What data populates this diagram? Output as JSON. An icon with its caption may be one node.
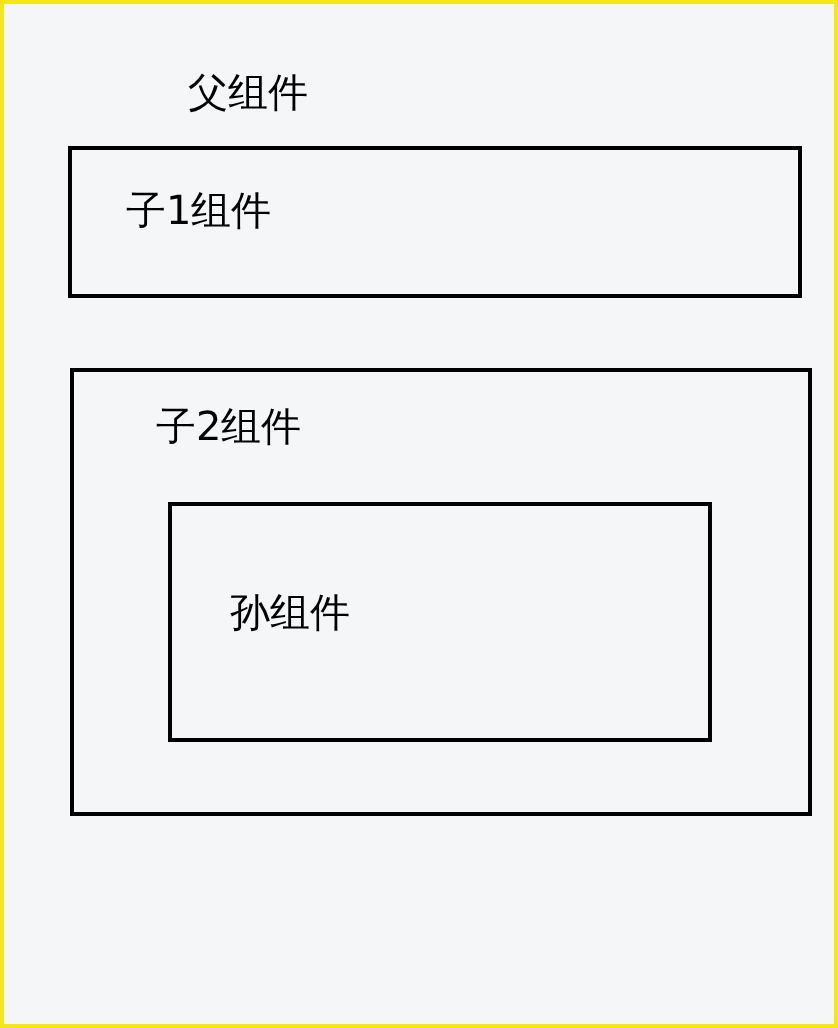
{
  "diagram": {
    "nodes": [
      {
        "text": [
          "父组件"
        ]
      },
      {
        "text": [
          "子1组件"
        ],
        "in": 0
      },
      {
        "text": [
          "子2组件"
        ],
        "in": 0
      },
      {
        "text": [
          "孙组件"
        ],
        "in": 2
      }
    ]
  }
}
